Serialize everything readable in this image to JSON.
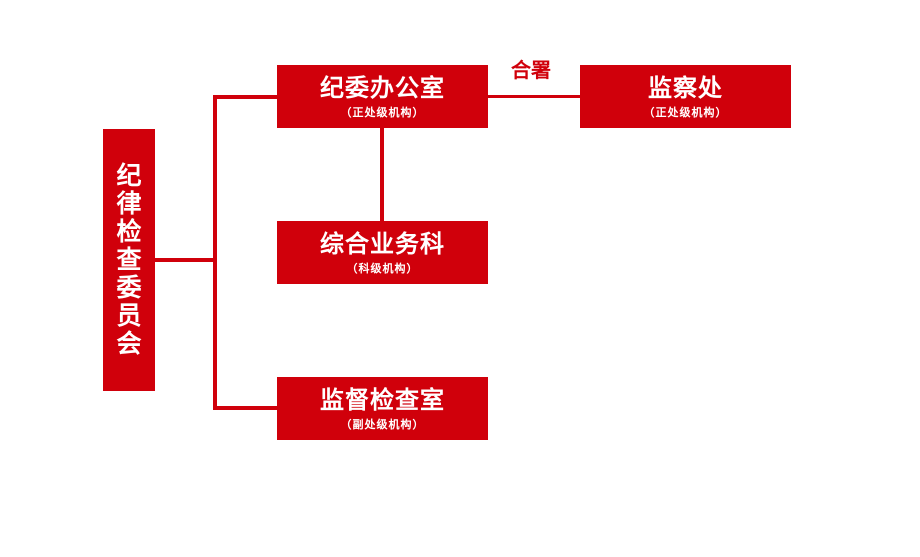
{
  "colors": {
    "accent": "#d0000b",
    "text_on_accent": "#ffffff",
    "background": "#ffffff"
  },
  "root": {
    "title": "纪律检查委员会"
  },
  "nodes": {
    "office": {
      "title": "纪委办公室",
      "sub": "（正处级机构）"
    },
    "supervision": {
      "title": "监察处",
      "sub": "（正处级机构）"
    },
    "general": {
      "title": "综合业务科",
      "sub": "（科级机构）"
    },
    "inspection": {
      "title": "监督检查室",
      "sub": "（副处级机构）"
    }
  },
  "edge_labels": {
    "merged": "合署"
  }
}
